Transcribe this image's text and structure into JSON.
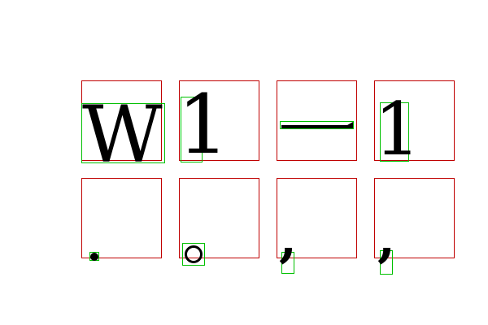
{
  "glyphs": [
    {
      "char": "W",
      "name": "W"
    },
    {
      "char": "1",
      "name": "one"
    },
    {
      "char": "",
      "name": "ideographic-one"
    },
    {
      "char": "1",
      "name": "one-alternate"
    },
    {
      "char": ".",
      "name": "period"
    },
    {
      "char": "",
      "name": "ideographic-full-stop"
    },
    {
      "char": ",",
      "name": "comma"
    },
    {
      "char": ",",
      "name": "comma-alternate"
    }
  ],
  "colors": {
    "cell_border": "#c00000",
    "glyph_box": "#00c000",
    "glyph": "#000000"
  }
}
